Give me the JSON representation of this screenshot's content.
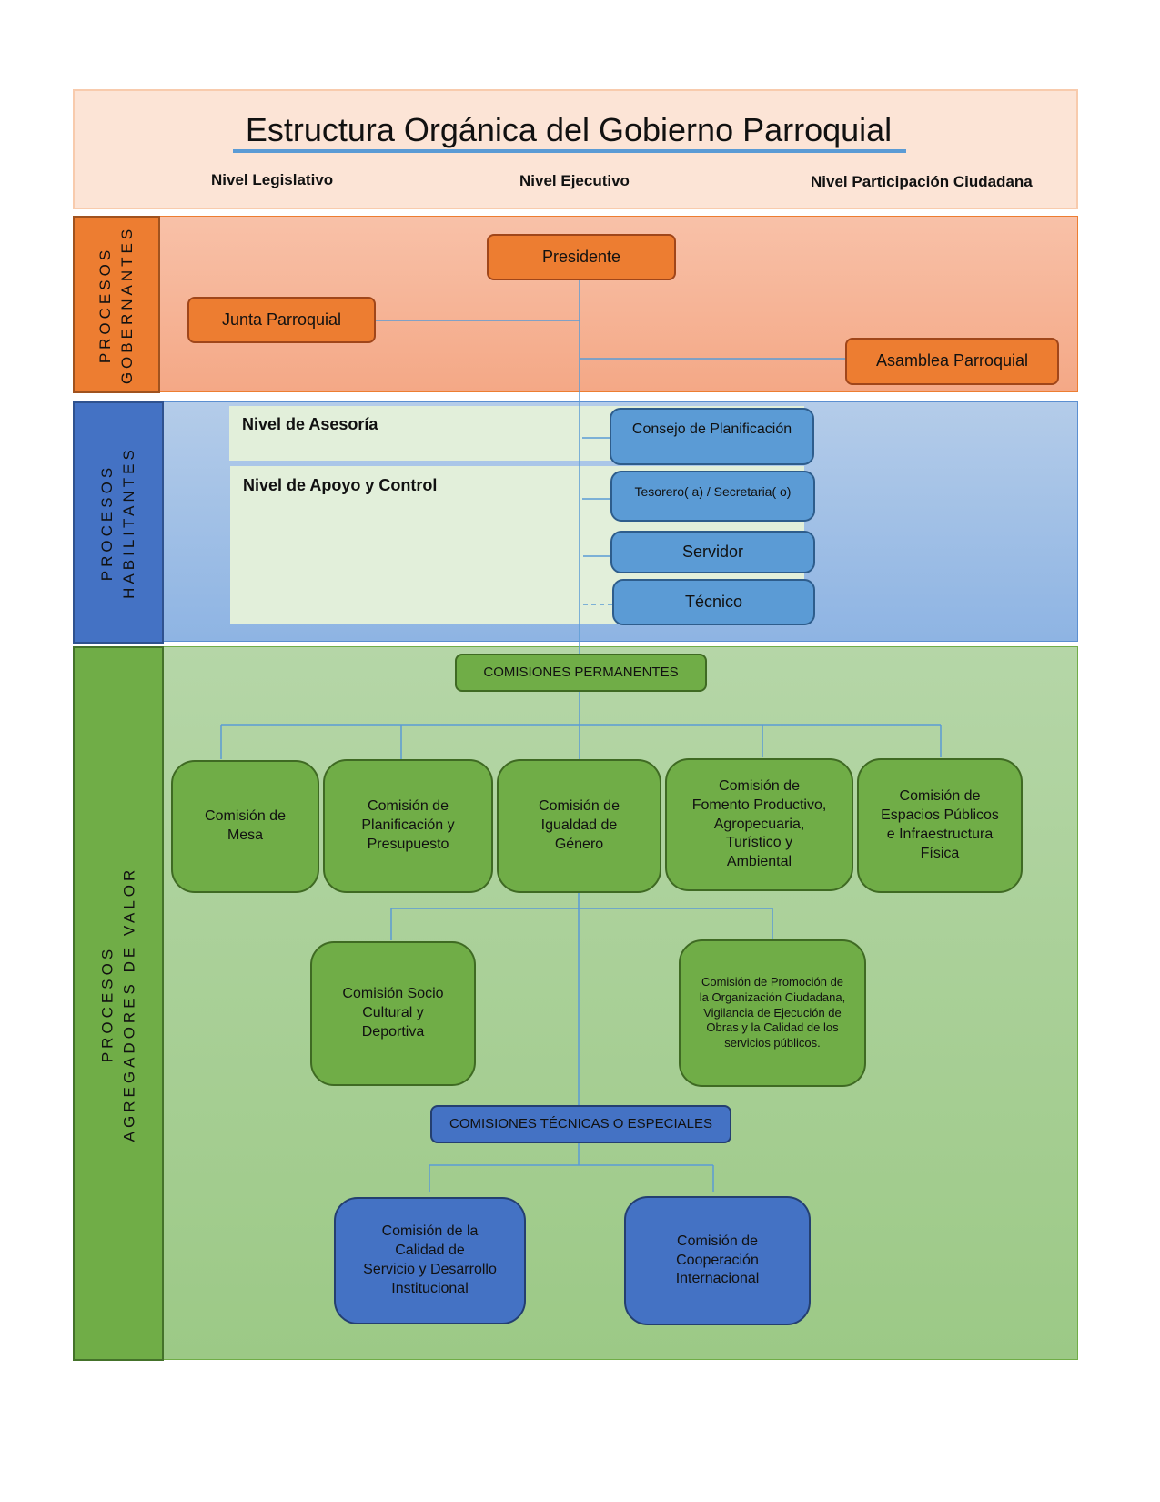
{
  "header": {
    "title": "Estructura Orgánica del Gobierno Parroquial",
    "levels": [
      "Nivel Legislativo",
      "Nivel Ejecutivo",
      "Nivel Participación Ciudadana"
    ]
  },
  "colors": {
    "governing": "#ed7d31",
    "enabling": "#4472c4",
    "value_adding": "#70ad47",
    "connector": "#5b9bd5"
  },
  "bands": {
    "governing": {
      "line1": "PROCESOS",
      "line2": "GOBERNANTES"
    },
    "enabling": {
      "line1": "PROCESOS",
      "line2": "HABILITANTES"
    },
    "value_adding": {
      "line1": "PROCESOS",
      "line2": "AGREGADORES DE VALOR"
    }
  },
  "governing": {
    "president": "Presidente",
    "junta": "Junta Parroquial",
    "asamblea": "Asamblea Parroquial"
  },
  "enabling": {
    "advisory_label": "Nivel de Asesoría",
    "support_label": "Nivel de Apoyo y Control",
    "nodes": [
      "Consejo de Planificación",
      "Tesorero( a) / Secretaria( o)",
      "Servidor",
      "Técnico"
    ]
  },
  "value_adding": {
    "permanent_header": "COMISIONES PERMANENTES",
    "permanent": [
      "Comisión de\nMesa",
      "Comisión de\nPlanificación y\nPresupuesto",
      "Comisión de\nIgualdad de\nGénero",
      "Comisión de\nFomento Productivo,\nAgropecuaria,\nTurístico y\nAmbiental",
      "Comisión de\nEspacios Públicos\ne Infraestructura\nFísica"
    ],
    "second_row": [
      "Comisión Socio\nCultural y\nDeportiva",
      "Comisión de Promoción de la Organización Ciudadana, Vigilancia de Ejecución de Obras y la Calidad de los servicios públicos."
    ],
    "technical_header": "COMISIONES TÉCNICAS O ESPECIALES",
    "technical": [
      "Comisión de la\nCalidad de\nServicio y Desarrollo\nInstitucional",
      "Comisión de\nCooperación\nInternacional"
    ]
  }
}
